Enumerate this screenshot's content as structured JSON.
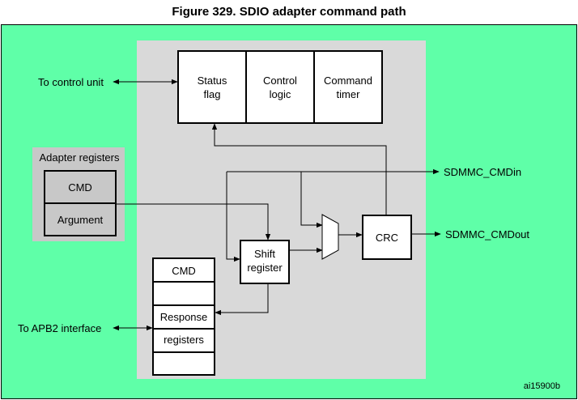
{
  "figure": {
    "title": "Figure 329. SDIO adapter command path",
    "code": "ai15900b"
  },
  "colors": {
    "background": "#5fffa8",
    "core_panel": "#d9d9d9",
    "adapter_panel": "#c8c8c8",
    "block_fill": "#ffffff",
    "register_fill": "#c8c8c8",
    "line": "#000000"
  },
  "blocks": {
    "status_flag": [
      "Status",
      "flag"
    ],
    "control_logic": [
      "Control",
      "logic"
    ],
    "command_timer": [
      "Command",
      "timer"
    ],
    "shift_register": [
      "Shift",
      "register"
    ],
    "crc": "CRC"
  },
  "adapter_registers": {
    "title": "Adapter registers",
    "items": [
      "CMD",
      "Argument"
    ]
  },
  "register_stack": {
    "top": "CMD",
    "response": "Response",
    "registers": "registers"
  },
  "signals": {
    "to_control_unit": "To control unit",
    "to_apb2": "To APB2 interface",
    "cmd_in": "SDMMC_CMDin",
    "cmd_out": "SDMMC_CMDout"
  }
}
